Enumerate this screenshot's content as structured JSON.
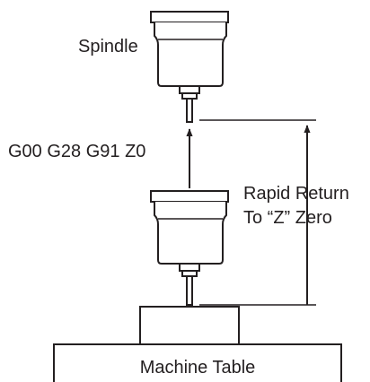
{
  "diagram": {
    "spindle_label": "Spindle",
    "command_label": "G00 G28 G91 Z0",
    "return_label_line1": "Rapid Return",
    "return_label_line2": "To “Z” Zero",
    "table_label": "Machine Table"
  },
  "colors": {
    "ink": "#231f20",
    "background": "#ffffff"
  }
}
